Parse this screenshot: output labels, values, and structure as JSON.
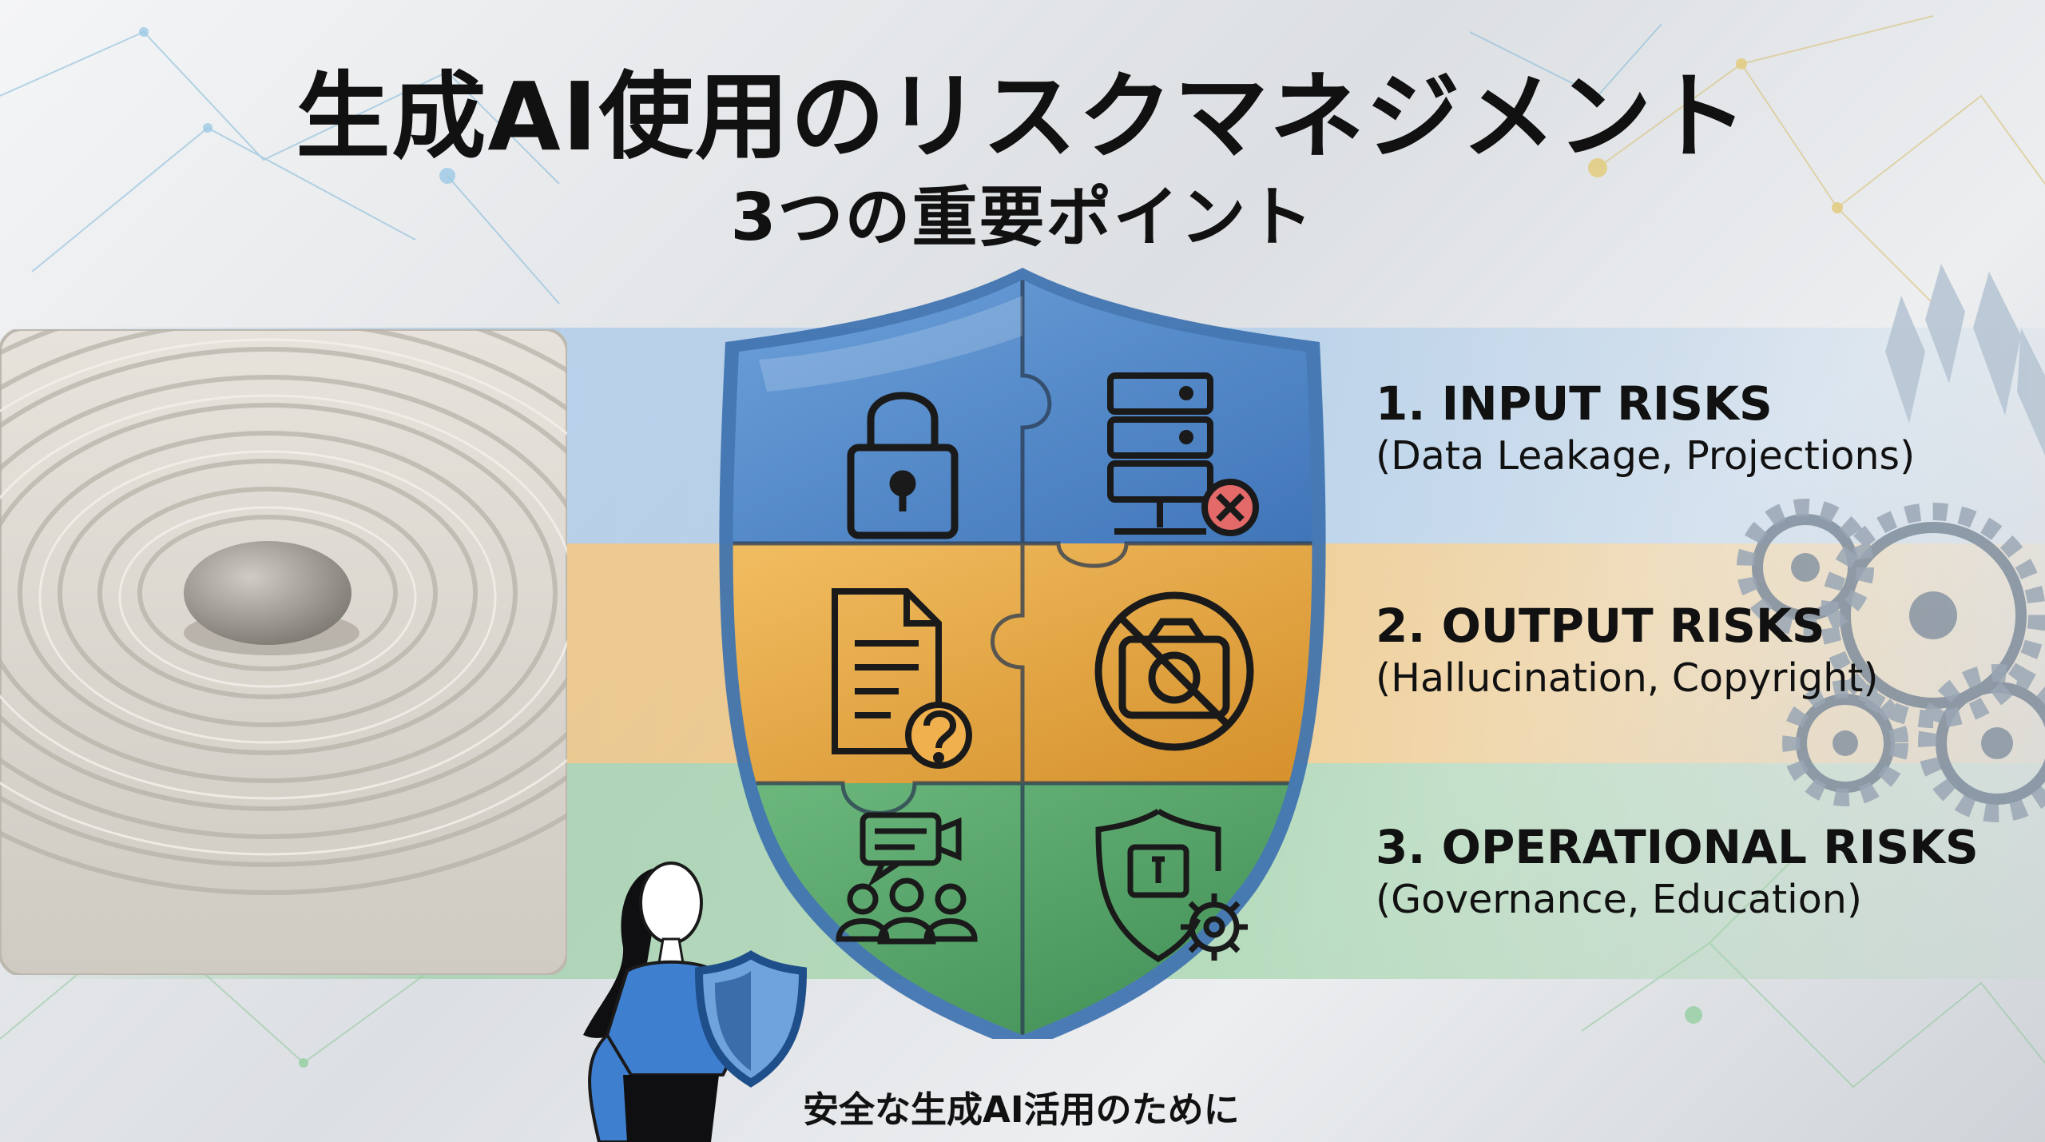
{
  "title": {
    "main": "生成AI使用のリスクマネジメント",
    "sub": "3つの重要ポイント"
  },
  "risks": [
    {
      "name": "1. INPUT RISKS",
      "desc": "(Data Leakage, Projections)",
      "color": "#4f86c6",
      "icons": [
        "lock-icon",
        "server-blocked-icon"
      ]
    },
    {
      "name": "2. OUTPUT RISKS",
      "desc": "(Hallucination, Copyright)",
      "color": "#e4a23c",
      "icons": [
        "document-question-icon",
        "no-camera-icon"
      ]
    },
    {
      "name": "3. OPERATIONAL RISKS",
      "desc": "(Governance, Education)",
      "color": "#4e9e62",
      "icons": [
        "team-chat-icon",
        "shield-gear-icon"
      ]
    }
  ],
  "caption": "安全な生成AI活用のために",
  "colors": {
    "blue": "#4f86c6",
    "gold": "#e4a23c",
    "green": "#4e9e62",
    "text": "#111111"
  }
}
